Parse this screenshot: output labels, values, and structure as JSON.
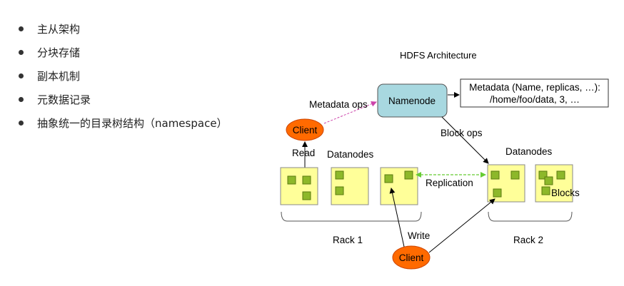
{
  "bullets": [
    "主从架构",
    "分块存储",
    "副本机制",
    "元数据记录",
    "抽象统一的目录树结构（namespace）"
  ],
  "diagram": {
    "title": "HDFS Architecture",
    "namenode": "Namenode",
    "metadata_line1": "Metadata (Name, replicas, …):",
    "metadata_line2": "/home/foo/data, 3, …",
    "metadata_ops": "Metadata ops",
    "block_ops": "Block ops",
    "client": "Client",
    "read": "Read",
    "write": "Write",
    "datanodes": "Datanodes",
    "replication": "Replication",
    "blocks": "Blocks",
    "rack1": "Rack 1",
    "rack2": "Rack 2"
  },
  "colors": {
    "namenode_fill": "#a8d8e0",
    "datanode_fill": "#ffff99",
    "block_fill": "#8db82a",
    "client_fill": "#ff6a00",
    "replication_arrow": "#66cc33",
    "metadata_ops_arrow": "#cc44aa"
  }
}
